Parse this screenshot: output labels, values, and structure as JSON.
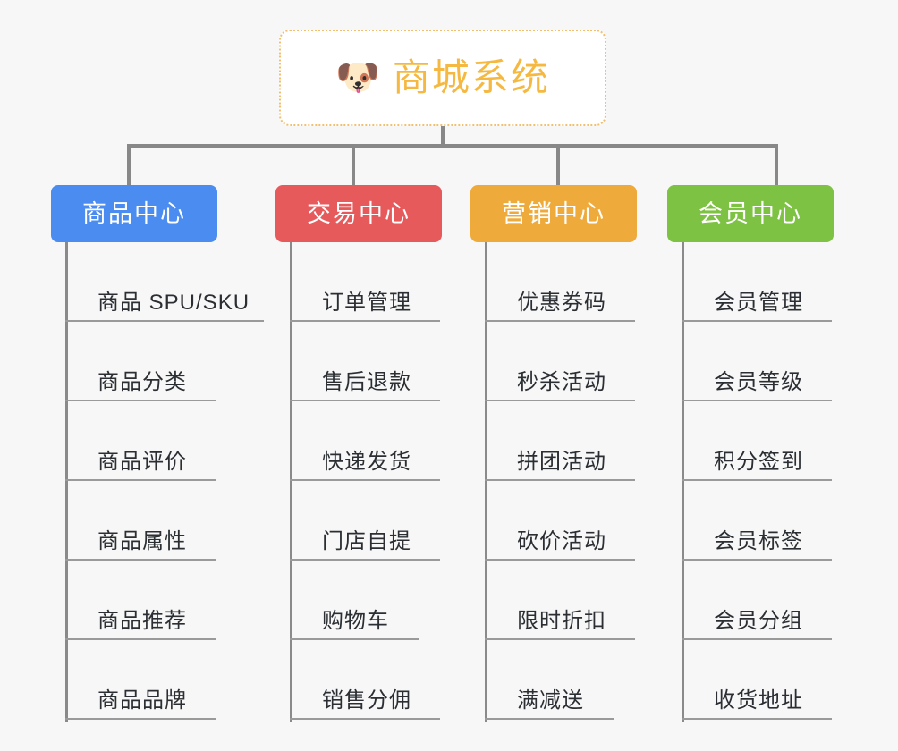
{
  "diagram": {
    "type": "org-tree",
    "background_color": "#f7f7f7",
    "connector_color": "#888888",
    "root": {
      "icon": "shiba-dog-face-emoji",
      "emoji": "🐶",
      "title": "商城系统",
      "text_color": "#f5b942",
      "border_color": "#f0c070",
      "background_color": "#ffffff"
    },
    "branches": [
      {
        "title": "商品中心",
        "color": "#4a8cf0",
        "items": [
          "商品 SPU/SKU",
          "商品分类",
          "商品评价",
          "商品属性",
          "商品推荐",
          "商品品牌"
        ]
      },
      {
        "title": "交易中心",
        "color": "#e75a5c",
        "items": [
          "订单管理",
          "售后退款",
          "快递发货",
          "门店自提",
          "购物车",
          "销售分佣"
        ]
      },
      {
        "title": "营销中心",
        "color": "#eeab3c",
        "items": [
          "优惠券码",
          "秒杀活动",
          "拼团活动",
          "砍价活动",
          "限时折扣",
          "满减送"
        ]
      },
      {
        "title": "会员中心",
        "color": "#7dc242",
        "items": [
          "会员管理",
          "会员等级",
          "积分签到",
          "会员标签",
          "会员分组",
          "收货地址"
        ]
      }
    ]
  }
}
